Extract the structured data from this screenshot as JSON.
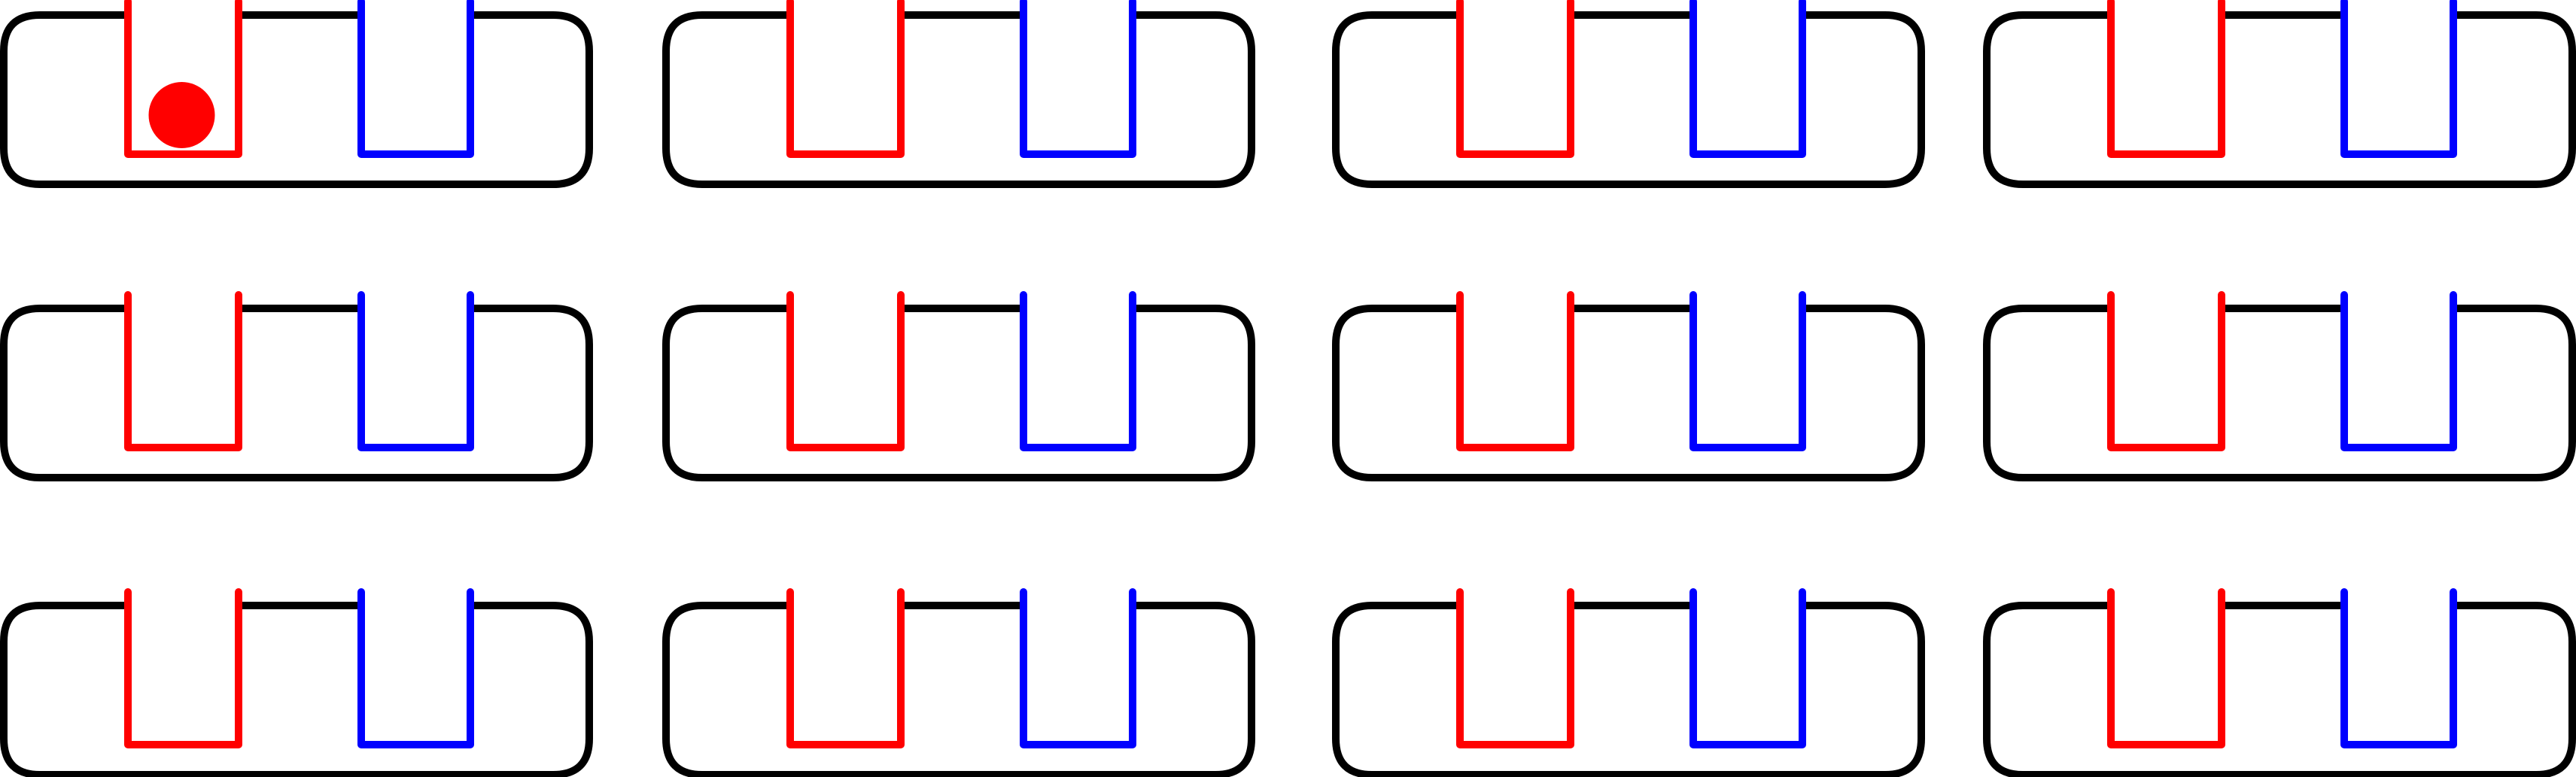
{
  "colors": {
    "background": "#ffffff",
    "outline": "#000000",
    "left_cup": "#ff0000",
    "right_cup": "#0000ff",
    "ball": "#ff0000"
  },
  "grid": {
    "rows": 3,
    "cols": 4
  },
  "panels": [
    {
      "row": 1,
      "col": 1,
      "has_ball": true,
      "ball_cup": "left"
    },
    {
      "row": 1,
      "col": 2,
      "has_ball": false
    },
    {
      "row": 1,
      "col": 3,
      "has_ball": false
    },
    {
      "row": 1,
      "col": 4,
      "has_ball": false
    },
    {
      "row": 2,
      "col": 1,
      "has_ball": false
    },
    {
      "row": 2,
      "col": 2,
      "has_ball": false
    },
    {
      "row": 2,
      "col": 3,
      "has_ball": false
    },
    {
      "row": 2,
      "col": 4,
      "has_ball": false
    },
    {
      "row": 3,
      "col": 1,
      "has_ball": false
    },
    {
      "row": 3,
      "col": 2,
      "has_ball": false
    },
    {
      "row": 3,
      "col": 3,
      "has_ball": false
    },
    {
      "row": 3,
      "col": 4,
      "has_ball": false
    }
  ]
}
